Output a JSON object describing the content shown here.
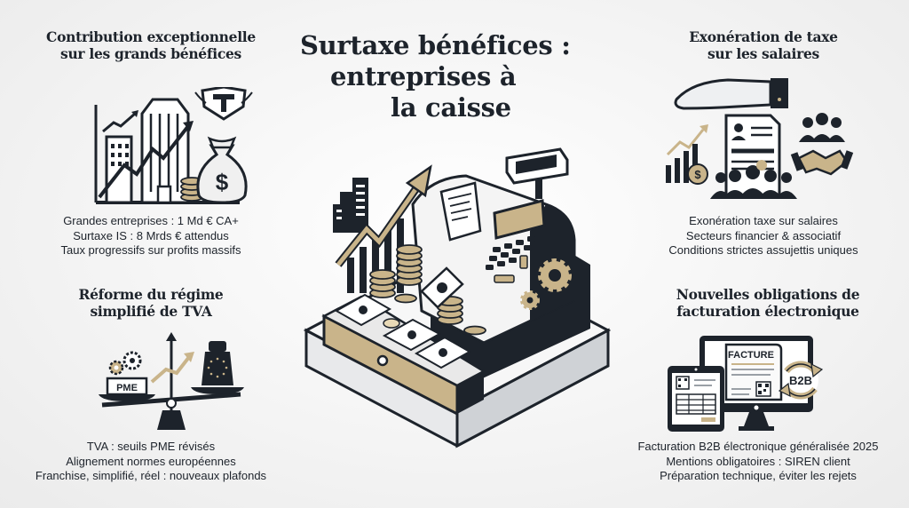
{
  "title": {
    "lines": [
      "Surtaxe bénéfices :",
      "entreprises à",
      "la caisse"
    ]
  },
  "sections": [
    {
      "id": "contribution",
      "title_lines": [
        "Contribution exceptionnelle",
        "sur les grands bénéfices"
      ],
      "bullets": [
        "Grandes entreprises : 1 Md € CA+",
        "Surtaxe IS : 8 Mrds € attendus",
        "Taux progressifs sur profits massifs"
      ],
      "icon": "buildings-growth-moneybag-icon"
    },
    {
      "id": "exoneration",
      "title_lines": [
        "Exonération de taxe",
        "sur les salaires"
      ],
      "bullets": [
        "Exonération taxe sur salaires",
        "Secteurs financier & associatif",
        "Conditions strictes assujettis uniques"
      ],
      "icon": "protecting-hand-employees-icon"
    },
    {
      "id": "tva",
      "title_lines": [
        "Réforme du régime",
        "simplifié de TVA"
      ],
      "bullets": [
        "TVA : seuils PME révisés",
        "Alignement normes européennes",
        "Franchise, simplifié, réel : nouveaux plafonds"
      ],
      "icon": "balance-scale-pme-eu-icon",
      "icon_labels": {
        "pme": "PME"
      }
    },
    {
      "id": "facturation",
      "title_lines": [
        "Nouvelles obligations de",
        "facturation électronique"
      ],
      "bullets": [
        "Facturation B2B électronique généralisée 2025",
        "Mentions obligatoires : SIREN client",
        "Préparation technique, éviter les rejets"
      ],
      "icon": "e-invoice-devices-icon",
      "icon_labels": {
        "facture": "FACTURE",
        "b2b": "B2B"
      }
    }
  ],
  "center_illustration": "cash-register-icon",
  "colors": {
    "ink": "#1d232b",
    "gold": "#c9b48a",
    "background": "#f2f2f2",
    "paper": "#ffffff",
    "grey": "#d9dbde"
  }
}
